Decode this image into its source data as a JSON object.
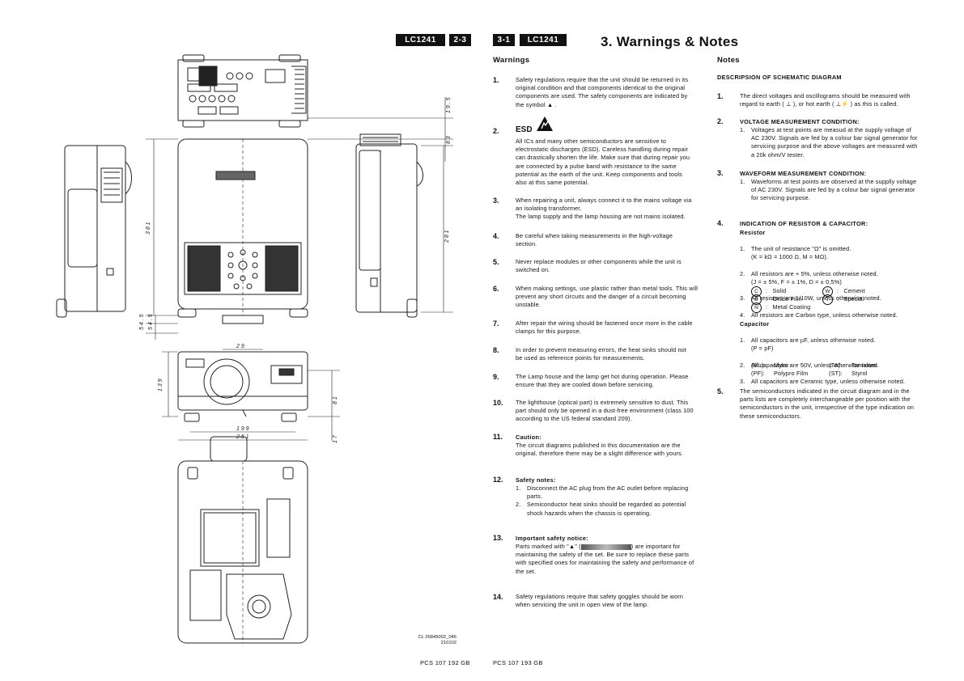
{
  "left_page": {
    "tag_model": "LC1241",
    "tag_page": "2-3",
    "drawing_ref_line1": "CL 26845002_046",
    "drawing_ref_line2": "210102",
    "footer": "PCS 107 192 GB",
    "dims": {
      "top_a": "1 9 . 5",
      "top_b": "8 3",
      "left_height": "3 8 1",
      "left_low_a": "5 4 . 5",
      "left_low_b": "5 4 . 5",
      "right_height": "2 8 1",
      "mid_width": "2 9",
      "front_height": "1 3 9",
      "front_right": "8 1",
      "front_right2": "1 7",
      "bottom_w1": "1 9 9",
      "bottom_w2": "2 6 1"
    }
  },
  "right_page": {
    "tag_page": "3-1",
    "tag_model": "LC1241",
    "title": "3.   Warnings & Notes",
    "footer": "PCS 107 193 GB",
    "warnings_heading": "Warnings",
    "warnings": [
      {
        "num": "1.",
        "text": "Safety regulations require that the unit should be returned in its original condition and that components identical to the original components are used. The safety components are indicated by the symbol ▲ ."
      },
      {
        "num": "2.",
        "label": "ESD",
        "text": "All ICs and many other semiconductors are sensitive to electrostatic discharges (ESD). Careless handling during repair can drastically shorten the life. Make sure that during repair you are connected by a pulse band with resistance to the same potential as the earth of the unit. Keep components and tools also at this same potential."
      },
      {
        "num": "3.",
        "text": "When repairing a unit, always connect it to the mains voltage via an isolating transformer.\nThe lamp supply and the lamp housing are not mains isolated."
      },
      {
        "num": "4.",
        "text": "Be careful when taking measurements in the high-voltage section."
      },
      {
        "num": "5.",
        "text": "Never replace modules or other components while the unit is switched on."
      },
      {
        "num": "6.",
        "text": "When making settings, use plastic rather than metal tools. This will prevent any short circuits and the danger of a circuit becoming unstable."
      },
      {
        "num": "7.",
        "text": "After repair the wiring should be fastened once more in the cable clamps for this purpose."
      },
      {
        "num": "8.",
        "text": "In order to prevent measuring errors, the heat sinks should not be used as reference points for measurements."
      },
      {
        "num": "9.",
        "text": "The Lamp house and the lamp get hot during operation. Please ensure that they are cooled down before servicing."
      },
      {
        "num": "10.",
        "text": "The lighthouse (optical part) is extremely sensitive to dust. This part should only be opened in a dust-free environment (class 100 according to the US federal standard 209)."
      },
      {
        "num": "11.",
        "heading": "Caution:",
        "text": "The circuit diagrams published in this documentation are the original, therefore there may be a slight difference with yours."
      },
      {
        "num": "12.",
        "heading": "Safety notes:",
        "items": [
          "Disconnect the AC plug from the AC outlet before replacing parts.",
          "Semiconductor heat sinks should be regarded as potential shock hazards when the chassis is operating."
        ]
      },
      {
        "num": "13.",
        "heading": "Important safety notice:",
        "text_a": "Parts marked with \"▲\" (",
        "text_b": ") are important for maintaining the safety of the set. Be sure to replace these parts with specified ones for maintaining the safety and performance of the set."
      },
      {
        "num": "14.",
        "text": "Safety regulations require that safety goggles should be worn when servicing the unit in open view of the lamp."
      }
    ],
    "notes_heading": "Notes",
    "notes_sub": "DESCRIPSION OF SCHEMATIC DIAGRAM",
    "notes": {
      "n1": {
        "num": "1.",
        "text": "The direct voltages and oscillograms should be measured with regard to earth ( ⊥ ), or hot earth ( ⊥⚡ ) as this is called."
      },
      "n2": {
        "num": "2.",
        "heading": "VOLTAGE MEASUREMENT CONDITION:",
        "item": "Voltages at test points are measud at the supply voltage of AC 230V. Signals are fed by a colour bar signal generator for servicing purpose and the above voltages are measured with a 20k ohm/V tester."
      },
      "n3": {
        "num": "3.",
        "heading": "WAVEFORM MEASUREMENT CONDITION:",
        "item": "Waveforms at test points are observed at the supplly voltage of AC 230V. Signals are fed by a colour bar signal generator for servicing purpose."
      },
      "n4": {
        "num": "4.",
        "heading": "INDICATION OF RESISTOR & CAPACITOR:",
        "resistor_heading": "Resistor",
        "resistor_items": [
          "The unit of resistance \"Ω\" is omitted.\n(K = kΩ = 1000 Ω, M = MΩ).",
          "All resistors are + 5%, unless otherwise noted.\n(J = ± 5%, F = ± 1%, D = ± 0,5%)",
          "All resistors are 1/10W, unless otherwise noted.",
          "All resistors are Carbon type, unless otherwise noted."
        ],
        "resistor_types": [
          {
            "code": "C",
            "name": "Solid"
          },
          {
            "code": "W",
            "name": "Cement"
          },
          {
            "code": "S",
            "name": "Oxide Film"
          },
          {
            "code": "T",
            "name": "Special"
          },
          {
            "code": "N",
            "name": "Metal Coating"
          }
        ],
        "capacitor_heading": "Capacitor",
        "capacitor_items": [
          "All capacitors are µF, unless otherwise noted.\n(P = pF)",
          "All capacitors are 50V, unless otherwise noted.",
          "All capacitors are Ceramic type, unless otherwise noted."
        ],
        "capacitor_types": [
          {
            "code": "(ML):",
            "name": "Mylar"
          },
          {
            "code": "(TA):",
            "name": "Tantalum"
          },
          {
            "code": "(PF):",
            "name": "Polypro Film"
          },
          {
            "code": "(ST):",
            "name": "Styrol"
          }
        ]
      },
      "n5": {
        "num": "5.",
        "text": "The semiconductors indicated in the circuit diagram and in the parts lists are completely interchangeable per position with the semiconductors in the unit, irrespective of the type indication on these semiconductors."
      }
    }
  }
}
